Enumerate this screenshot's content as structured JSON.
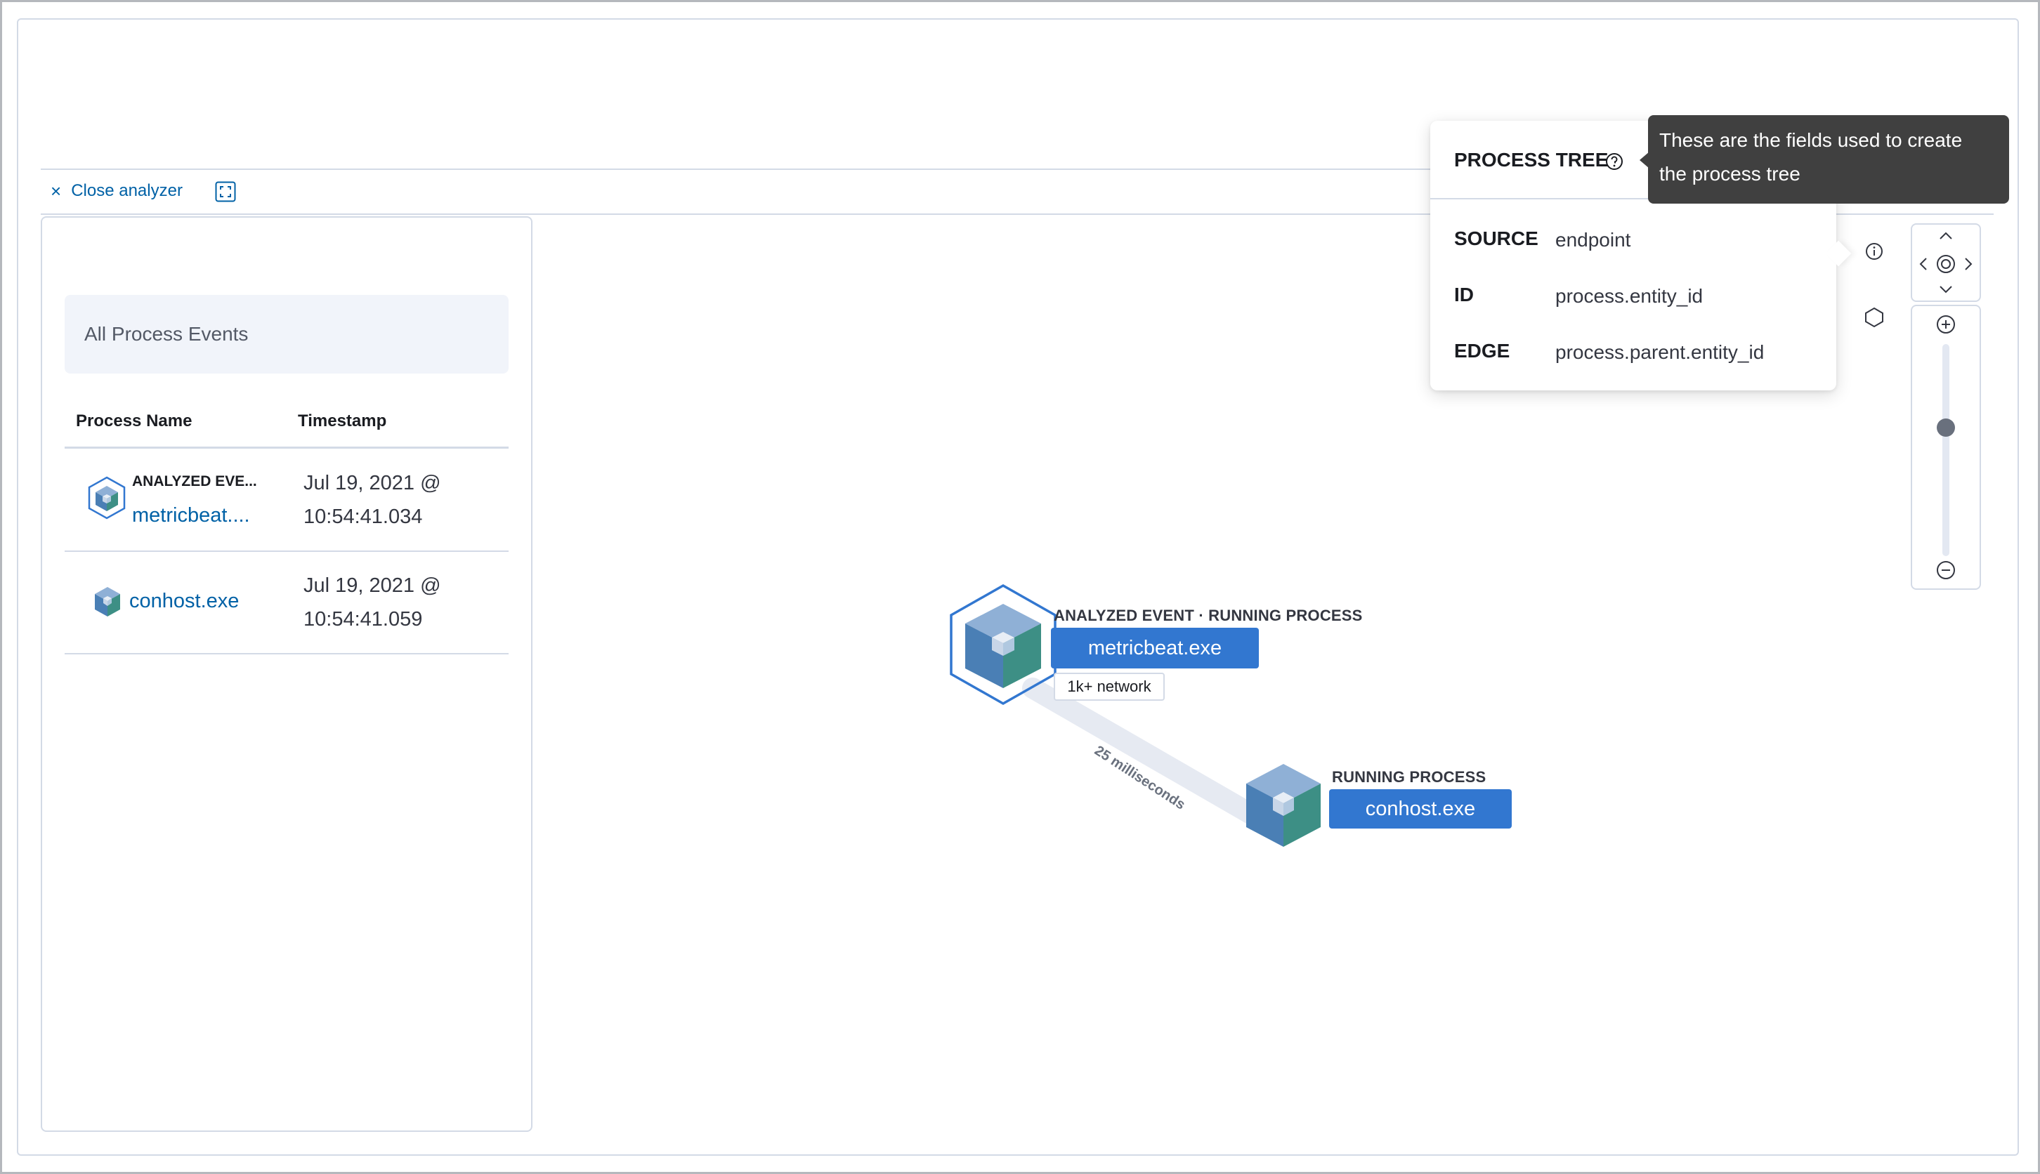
{
  "toolbar": {
    "close_label": "Close analyzer",
    "close_icon": "cross",
    "fullscreen_icon": "full-screen"
  },
  "panel": {
    "events_button": "All Process Events",
    "columns": [
      "Process Name",
      "Timestamp"
    ],
    "rows": [
      {
        "state_label": "ANALYZED EVE...",
        "name": "metricbeat....",
        "timestamp_line1": "Jul 19, 2021 @",
        "timestamp_line2": "10:54:41.034",
        "icon": "analyzed-process-cube"
      },
      {
        "state_label": "",
        "name": "conhost.exe",
        "timestamp_line1": "Jul 19, 2021 @",
        "timestamp_line2": "10:54:41.059",
        "icon": "process-cube"
      }
    ]
  },
  "graph": {
    "nodes": [
      {
        "label": "ANALYZED EVENT · RUNNING PROCESS",
        "name": "metricbeat.exe",
        "stat_pill": "1k+ network",
        "icon": "analyzed-process-cube"
      },
      {
        "label": "RUNNING PROCESS",
        "name": "conhost.exe",
        "icon": "process-cube"
      }
    ],
    "edge_label": "25 milliseconds"
  },
  "popover": {
    "title": "PROCESS TREE",
    "help_icon": "question-circle",
    "fields": [
      {
        "key": "SOURCE",
        "value": "endpoint"
      },
      {
        "key": "ID",
        "value": "process.entity_id"
      },
      {
        "key": "EDGE",
        "value": "process.parent.entity_id"
      }
    ]
  },
  "tooltip": {
    "text_line1": "These are the fields used to create",
    "text_line2": "the process tree"
  },
  "controls": {
    "info_icon": "info-circle",
    "schema_icon": "hexagon",
    "pan_icons": [
      "arrow-up",
      "arrow-left",
      "center-target",
      "arrow-right",
      "arrow-down"
    ],
    "zoom_in_icon": "plus-circle",
    "zoom_out_icon": "minus-circle",
    "zoom_level": 0.5
  },
  "colors": {
    "accent": "#0061a6",
    "node_button": "#3277d0",
    "tooltip_bg": "#404040",
    "border": "#d3dae6"
  }
}
